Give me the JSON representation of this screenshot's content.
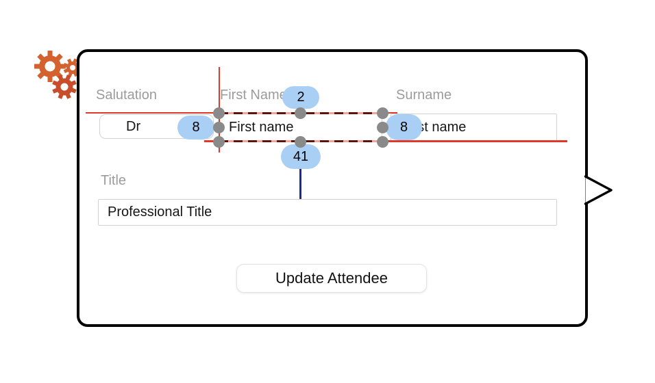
{
  "canvas": {
    "background": "#FFFFFF"
  },
  "decorations": {
    "gears_icon": {
      "name": "settings-gears",
      "color_primary": "#D3622E",
      "color_secondary": "#C84E2B"
    }
  },
  "popover": {
    "border_color": "#000000",
    "background": "#FFFFFF",
    "arrow_direction": "right"
  },
  "form": {
    "salutation": {
      "label": "Salutation",
      "value": "Dr"
    },
    "first_name": {
      "label": "First Name",
      "value": "First name"
    },
    "surname": {
      "label": "Surname",
      "value": "Last name"
    },
    "title": {
      "label": "Title",
      "value": "Professional Title"
    },
    "submit": {
      "label": "Update Attendee"
    }
  },
  "constraints": {
    "leading_spacing": "8",
    "top_spacing": "2",
    "trailing_spacing": "8",
    "bottom_spacing": "41",
    "badge_color": "#A9CFF5",
    "guide_color": "#E0392C",
    "dash_color": "#5E140E",
    "handle_color": "#8A8A8A",
    "measure_line_color": "#1B2A96"
  }
}
